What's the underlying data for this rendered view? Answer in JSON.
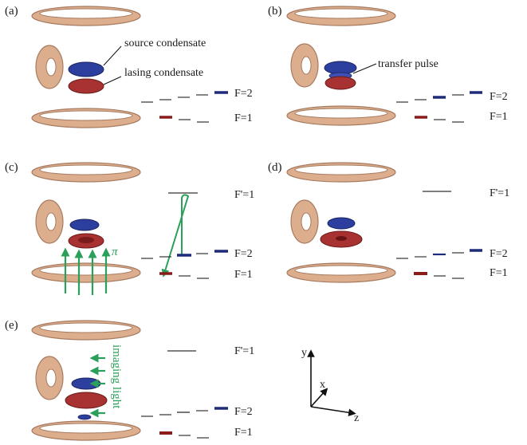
{
  "colors": {
    "ring_fill": "#dcae8e",
    "ring_stroke": "#a67b60",
    "source_condensate": "#2d3f9e",
    "lasing_condensate": "#a83232",
    "level_dark": "#333333",
    "level_blue": "#1e2a7a",
    "level_red": "#8b1a1a",
    "arrow_green": "#2aa05a"
  },
  "panels": [
    {
      "id": "a",
      "label": "(a)"
    },
    {
      "id": "b",
      "label": "(b)"
    },
    {
      "id": "c",
      "label": "(c)"
    },
    {
      "id": "d",
      "label": "(d)"
    },
    {
      "id": "e",
      "label": "(e)"
    }
  ],
  "annotations": {
    "source_condensate": "source condensate",
    "lasing_condensate": "lasing condensate",
    "transfer_pulse": "transfer pulse",
    "pi": "π",
    "imaging_light": "imaging light"
  },
  "levels": {
    "f2": "F=2",
    "f1": "F=1",
    "fprime1": "F'=1"
  },
  "axes": {
    "y": "y",
    "x": "x",
    "z": "z"
  }
}
